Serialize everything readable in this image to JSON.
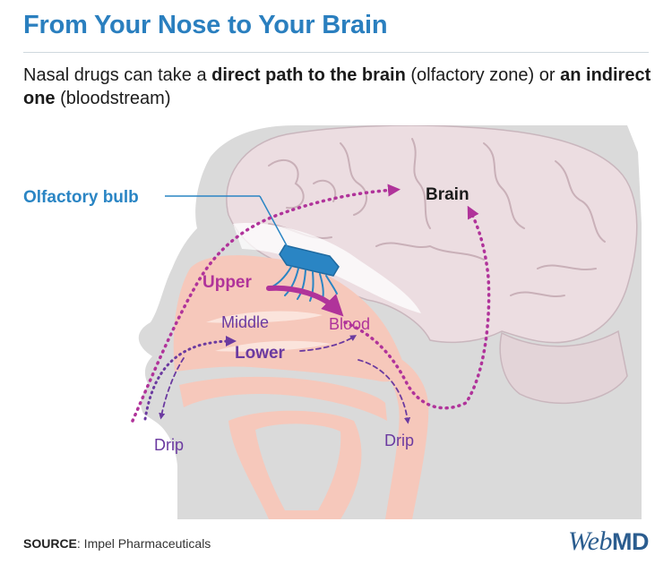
{
  "header": {
    "title": "From Your Nose to Your Brain",
    "subtitle_part1": "Nasal drugs can take a ",
    "subtitle_bold1": "direct path to the brain",
    "subtitle_part2": " (olfactory zone) or ",
    "subtitle_bold2": "an indirect one",
    "subtitle_part3": " (bloodstream)"
  },
  "diagram": {
    "labels": {
      "olfactory_bulb": "Olfactory bulb",
      "brain": "Brain",
      "upper": "Upper",
      "middle": "Middle",
      "lower": "Lower",
      "blood": "Blood",
      "drip_left": "Drip",
      "drip_right": "Drip"
    },
    "colors": {
      "head": "#dadada",
      "brain": "#ecdde1",
      "nasal": "#f6c8bb",
      "olfactory": "#2a85c4",
      "direct_path": "#b0339a",
      "indirect_path": "#6b3aa0",
      "title": "#2a7fbf"
    }
  },
  "footer": {
    "source_label": "SOURCE",
    "source_text": ": Impel Pharmaceuticals",
    "logo_web": "Web",
    "logo_md": "MD"
  }
}
